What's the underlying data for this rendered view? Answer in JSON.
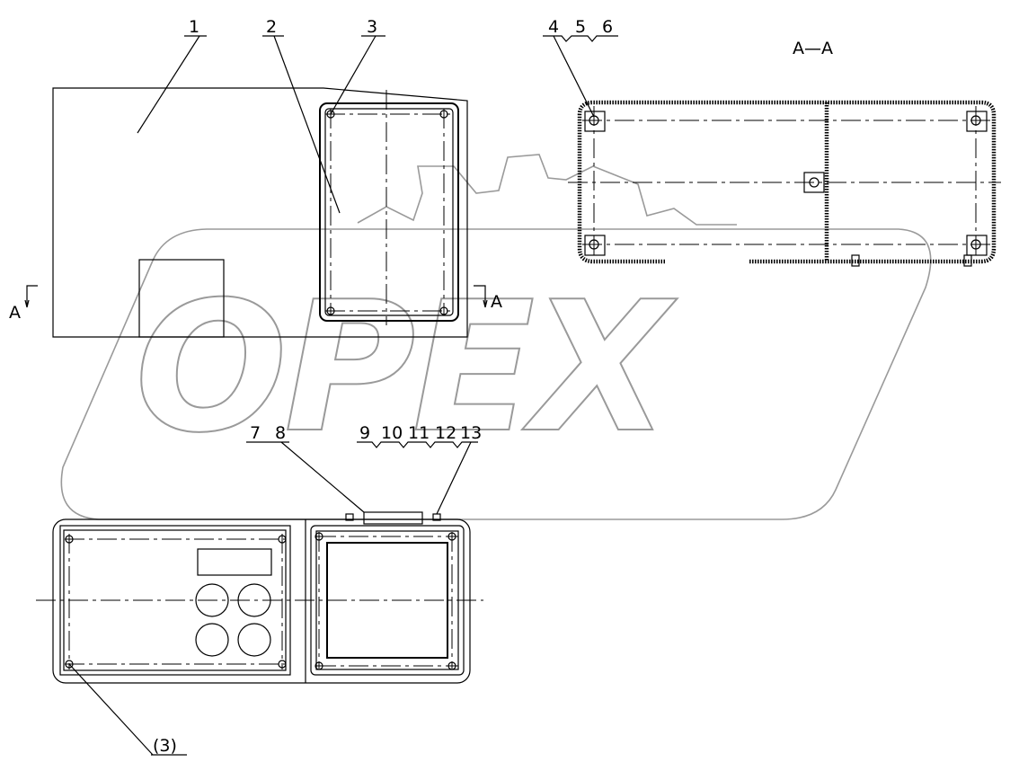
{
  "watermark": {
    "text": "OPEX",
    "color": "#9a9a9a"
  },
  "top_view": {
    "callouts": [
      "1",
      "2",
      "3"
    ],
    "section_mark_left": "A",
    "section_mark_right": "A"
  },
  "section_view": {
    "title": "A—A",
    "callouts": [
      "4",
      "5",
      "6"
    ]
  },
  "bottom_view": {
    "callouts_left": [
      "7",
      "8"
    ],
    "callouts_right": [
      "9",
      "10",
      "11",
      "12",
      "13"
    ],
    "ref_callout": "(3)"
  }
}
